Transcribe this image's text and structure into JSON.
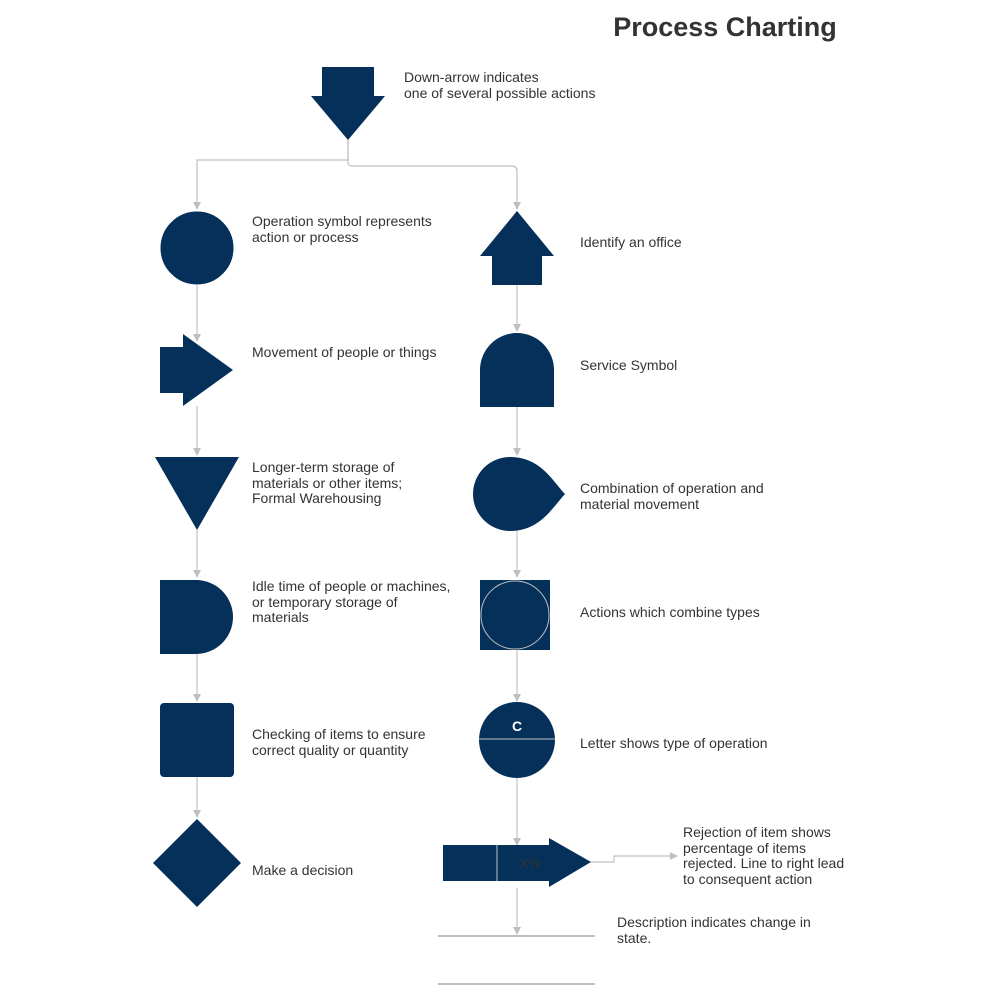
{
  "title": "Process Charting",
  "colors": {
    "shape_fill": "#04305a",
    "connector": "#c0c0c0",
    "text": "#333333"
  },
  "top": {
    "label": "Down-arrow indicates\none of several possible actions"
  },
  "left_column": [
    {
      "id": "operation",
      "label": "Operation symbol represents\naction or process"
    },
    {
      "id": "movement",
      "label": "Movement of people or things"
    },
    {
      "id": "storage",
      "label": "Longer-term storage of\nmaterials or other items;\nFormal Warehousing"
    },
    {
      "id": "delay",
      "label": "Idle time of people or machines,\nor temporary storage of\nmaterials"
    },
    {
      "id": "inspection",
      "label": "Checking of items to ensure\ncorrect quality or quantity"
    },
    {
      "id": "decision",
      "label": "Make a decision"
    }
  ],
  "right_column": [
    {
      "id": "office",
      "label": "Identify an office"
    },
    {
      "id": "service",
      "label": "Service Symbol"
    },
    {
      "id": "operation-movement",
      "label": "Combination of operation and\nmaterial movement"
    },
    {
      "id": "combined",
      "label": "Actions which combine types"
    },
    {
      "id": "letter-operation",
      "label": "Letter shows type of operation",
      "letter": "C"
    },
    {
      "id": "rejection",
      "label": "Rejection of item shows\npercentage of items\nrejected. Line to right lead\nto consequent action",
      "shape_text": "X%"
    },
    {
      "id": "state-change",
      "label": "Description indicates change in\nstate."
    }
  ]
}
